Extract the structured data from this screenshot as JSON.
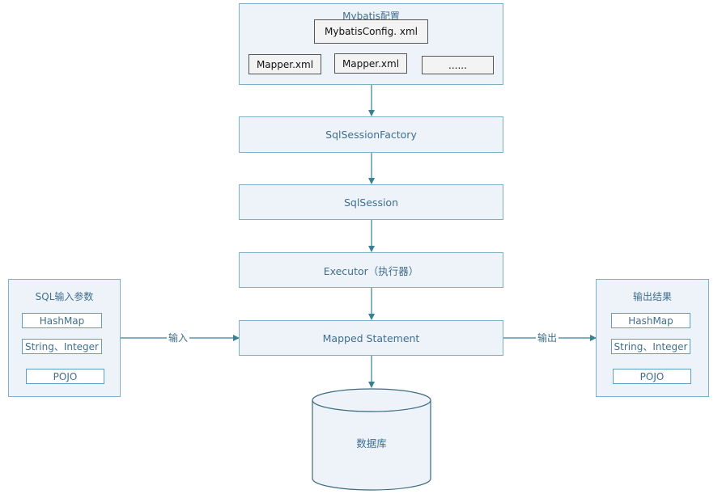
{
  "config_group": {
    "title": "Mybatis配置",
    "config_file": "MybatisConfig. xml",
    "mappers": [
      "Mapper.xml",
      "Mapper.xml",
      "......"
    ]
  },
  "flow": {
    "factory": "SqlSessionFactory",
    "session": "SqlSession",
    "executor": "Executor（执行器）",
    "statement": "Mapped Statement"
  },
  "input_group": {
    "title": "SQL输入参数",
    "items": [
      "HashMap",
      "String、Integer",
      "POJO"
    ]
  },
  "output_group": {
    "title": "输出结果",
    "items": [
      "HashMap",
      "String、Integer",
      "POJO"
    ]
  },
  "edges": {
    "input_label": "输入",
    "output_label": "输出"
  },
  "database": {
    "label": "数据库"
  },
  "colors": {
    "stroke": "#3a7f93",
    "box_fill": "#eef3fa",
    "box_border": "#7ab1c9",
    "text": "#3f6f8c"
  }
}
